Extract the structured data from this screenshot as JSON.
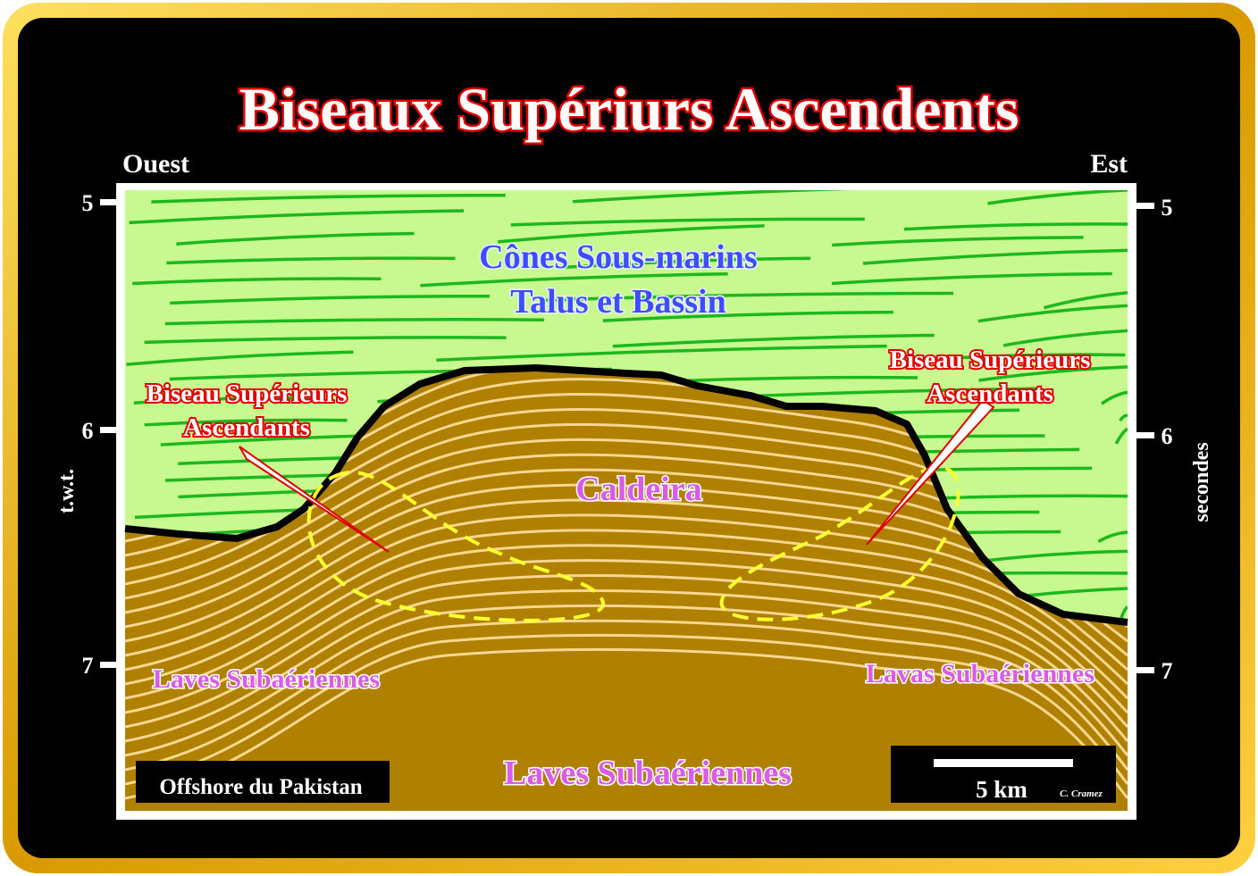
{
  "title": "Biseaux Supériurs Ascendents",
  "direction": {
    "west": "Ouest",
    "east": "Est"
  },
  "axes": {
    "left_label": "t.w.t.",
    "right_label": "secondes",
    "left_ticks": [
      "5",
      "6",
      "7"
    ],
    "right_ticks": [
      "5",
      "6",
      "7"
    ]
  },
  "labels": {
    "fans_line1": "Cônes Sous-marins",
    "fans_line2": "Talus et Bassin",
    "toplap_left_line1": "Biseau Supérieurs",
    "toplap_left_line2": "Ascendants",
    "toplap_right_line1": "Biseau Supérieurs",
    "toplap_right_line2": "Ascendants",
    "caldera": "Caldeira",
    "lava_left": "Laves Subaériennes",
    "lava_right": "Lavas Subaériennes",
    "lava_bottom": "Laves Subaériennes"
  },
  "location_box": "Offshore du Pakistan",
  "scale": {
    "label": "5 km",
    "author": "C. Cramez"
  },
  "colors": {
    "frame_gold": "#f0c000",
    "sediment_green": "#c8f890",
    "reflector_green": "#1cb81c",
    "lava_brown": "#b08000",
    "lava_reflector": "#f8d890",
    "toplap_outline": "#ffff30"
  }
}
